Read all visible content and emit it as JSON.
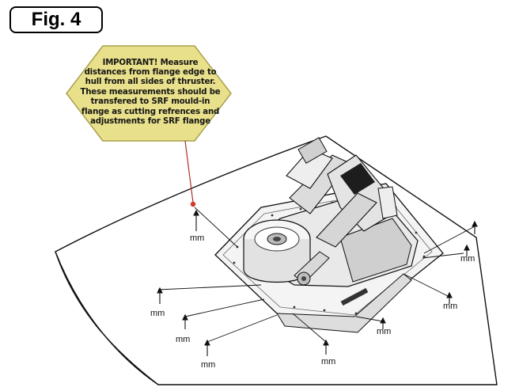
{
  "figure": {
    "label": "Fig. 4"
  },
  "note": {
    "lines": [
      "IMPORTANT! Measure",
      "distances from flange edge to",
      "hull from all sides of thruster.",
      "These measurements should be",
      "transfered to SRF mould-in",
      "flange as cutting refrences and",
      "adjustments for SRF flange"
    ],
    "fill": "#e8e08a",
    "border": "#a8a04a",
    "pointer": "#c0392b"
  },
  "unit_label": "mm"
}
